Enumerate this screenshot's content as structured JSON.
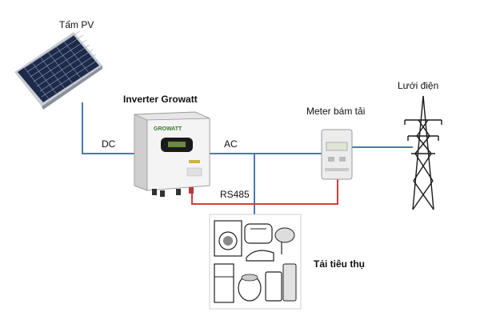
{
  "labels": {
    "pv_panel": "Tấm PV",
    "inverter": "Inverter Growatt",
    "meter": "Meter bám tải",
    "grid": "Lưới điện",
    "loads": "Tải tiêu thụ",
    "dc": "DC",
    "ac": "AC",
    "rs485": "RS485"
  },
  "inverter_brand": "GROWATT",
  "colors": {
    "power_line": "#4a78b5",
    "signal_line": "#d63b3b",
    "inverter_body": "#f3f3f3",
    "panel_cell": "#1d2a4a"
  },
  "icons": [
    "solar-panel-icon",
    "inverter-icon",
    "meter-icon",
    "transmission-tower-icon",
    "household-appliances-icon"
  ]
}
